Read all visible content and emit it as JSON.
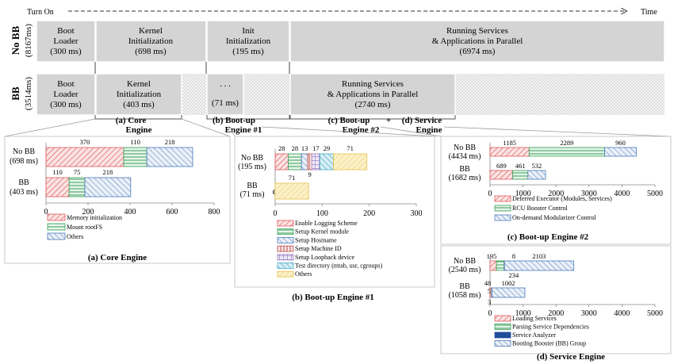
{
  "timeline": {
    "start_label": "Turn On",
    "end_label": "Time",
    "rows": [
      {
        "label": "No BB",
        "total": "(8167ms)",
        "blocks": [
          {
            "lines": [
              "Boot",
              "Loader",
              "(300 ms)"
            ]
          },
          {
            "lines": [
              "Kernel",
              "Initialization",
              "(698  ms)"
            ]
          },
          {
            "lines": [
              "Init",
              "Initialization",
              "(195 ms)"
            ]
          },
          {
            "lines": [
              "Running Services",
              "& Applications in Parallel",
              "(6974 ms)"
            ]
          }
        ]
      },
      {
        "label": "BB",
        "total": "(3514ms)",
        "blocks": [
          {
            "lines": [
              "Boot",
              "Loader",
              "(300 ms)"
            ]
          },
          {
            "lines": [
              "Kernel",
              "Initialization",
              "(403  ms)"
            ]
          },
          {
            "lines": [
              "",
              ". . .",
              "(71 ms)"
            ]
          },
          {
            "lines": [
              "Running Services",
              "& Applications in Parallel",
              "(2740 ms)"
            ]
          }
        ]
      }
    ],
    "captions": [
      "(a) Core",
      "Engine",
      "(b) Boot-up",
      "Engine #1",
      "(c) Boot-up",
      "Engine #2",
      "+",
      "(d) Service",
      "Engine"
    ]
  },
  "chart_data": [
    {
      "type": "bar",
      "stacked": true,
      "orientation": "horizontal",
      "title": "(a) Core Engine",
      "categories": [
        [
          "No BB",
          "(698 ms)"
        ],
        [
          "BB",
          "(403 ms)"
        ]
      ],
      "series": [
        {
          "name": "Memory initialization",
          "values": [
            370,
            110
          ],
          "labels": [
            "370",
            "110"
          ],
          "color": "#e0595a"
        },
        {
          "name": "Mount rootFS",
          "values": [
            110,
            75
          ],
          "labels": [
            "110",
            "75"
          ],
          "color": "#3aa05a"
        },
        {
          "name": "Others",
          "values": [
            218,
            218
          ],
          "labels": [
            "218",
            "218"
          ],
          "color": "#4a7ab8"
        }
      ],
      "xlim": [
        0,
        800
      ],
      "xticks": [
        "0",
        "200",
        "400",
        "600",
        "800"
      ]
    },
    {
      "type": "bar",
      "stacked": true,
      "orientation": "horizontal",
      "title": "(b) Boot-up Engine #1",
      "categories": [
        [
          "No BB",
          "(195 ms)"
        ],
        [
          "BB",
          "(71 ms)"
        ]
      ],
      "series": [
        {
          "name": "Enable Logging Scheme",
          "values": [
            28,
            0
          ],
          "labels": [
            "28",
            "0"
          ],
          "color": "#e0595a"
        },
        {
          "name": "Setup Kernel module",
          "values": [
            28,
            0
          ],
          "labels": [
            "28",
            ""
          ],
          "color": "#3aa05a"
        },
        {
          "name": "Setup Hostname",
          "values": [
            13,
            0
          ],
          "labels": [
            "13",
            ""
          ],
          "color": "#4a7ab8"
        },
        {
          "name": "Setup Machine ID",
          "values": [
            9,
            0
          ],
          "labels": [
            "9",
            ""
          ],
          "color": "#c0504d"
        },
        {
          "name": "Setup Loopback device",
          "values": [
            17,
            0
          ],
          "labels": [
            "17",
            ""
          ],
          "color": "#9b7fc2"
        },
        {
          "name": "Test directory (mtab, usr, cgroups)",
          "values": [
            29,
            0
          ],
          "labels": [
            "29",
            ""
          ],
          "color": "#4bacc6"
        },
        {
          "name": "Others",
          "values": [
            71,
            71
          ],
          "labels": [
            "71",
            "71"
          ],
          "color": "#e8c24a"
        }
      ],
      "xlim": [
        0,
        300
      ],
      "xticks": [
        "0",
        "100",
        "200",
        "300"
      ]
    },
    {
      "type": "bar",
      "stacked": true,
      "orientation": "horizontal",
      "title": "(c) Boot-up Engine #2",
      "categories": [
        [
          "No BB",
          "(4434 ms)"
        ],
        [
          "BB",
          "(1682 ms)"
        ]
      ],
      "series": [
        {
          "name": "Deferred Executor (Modules, Services)",
          "values": [
            1185,
            689
          ],
          "labels": [
            "1185",
            "689"
          ],
          "color": "#e0595a"
        },
        {
          "name": "RCU Booster Control",
          "values": [
            2289,
            461
          ],
          "labels": [
            "2289",
            "461"
          ],
          "color": "#3aa05a"
        },
        {
          "name": "On-demand Modularizer Control",
          "values": [
            960,
            532
          ],
          "labels": [
            "960",
            "532"
          ],
          "color": "#4a7ab8"
        }
      ],
      "xlim": [
        0,
        5000
      ],
      "xticks": [
        "0",
        "1000",
        "2000",
        "3000",
        "4000",
        "5000"
      ]
    },
    {
      "type": "bar",
      "stacked": true,
      "orientation": "horizontal",
      "title": "(d) Service Engine",
      "categories": [
        [
          "No BB",
          "(2540 ms)"
        ],
        [
          "BB",
          "(1058 ms)"
        ]
      ],
      "series": [
        {
          "name": "Loading Services",
          "values": [
            195,
            48
          ],
          "labels": [
            "195",
            "48"
          ],
          "color": "#e0595a"
        },
        {
          "name": "Parsing Service Dependencies",
          "values": [
            234,
            5
          ],
          "labels": [
            "234",
            "5"
          ],
          "color": "#3aa05a"
        },
        {
          "name": "Service Analyzer",
          "values": [
            8,
            3
          ],
          "labels": [
            "8",
            "3"
          ],
          "color": "#1f4e9a"
        },
        {
          "name": "Booting Booster (BB) Group",
          "values": [
            2103,
            1002
          ],
          "labels": [
            "2103",
            "1002"
          ],
          "color": "#4a7ab8"
        }
      ],
      "xlim": [
        0,
        5000
      ],
      "xticks": [
        "0",
        "1000",
        "2000",
        "3000",
        "4000",
        "5000"
      ]
    }
  ]
}
